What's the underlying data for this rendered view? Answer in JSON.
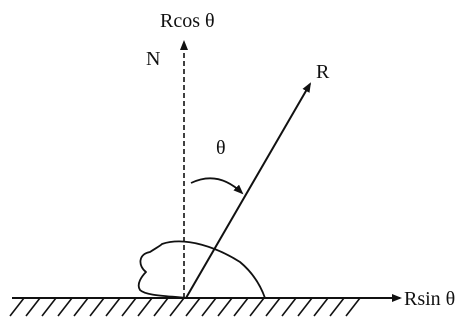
{
  "diagram": {
    "labels": {
      "vertical_component": "Rcos θ",
      "normal": "N",
      "resultant": "R",
      "angle": "θ",
      "horizontal_component": "Rsin θ"
    }
  }
}
